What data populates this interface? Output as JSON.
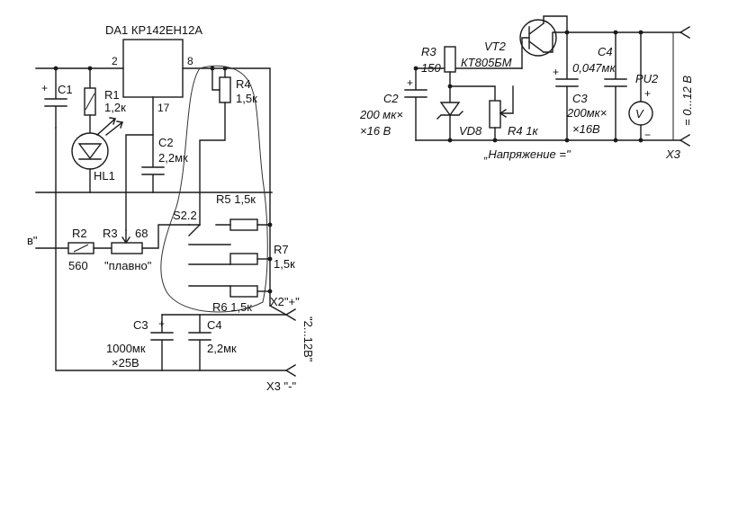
{
  "left_schematic": {
    "da1": "DA1 КР142ЕН12А",
    "pin2": "2",
    "pin8": "8",
    "pin17": "17",
    "c1": "С1",
    "r1": "R1",
    "r1_val": "1,2к",
    "hl1": "HL1",
    "c2": "С2",
    "c2_val": "2,2мк",
    "r4": "R4",
    "r4_val": "1,5к",
    "s2": "S2.2",
    "r5": "R5 1,5к",
    "r7": "R7",
    "r7_val": "1,5к",
    "r6": "R6 1,5к",
    "r2": "R2",
    "r2_val": "560",
    "r3": "R3",
    "r3_val": "68",
    "plavno": "\"плавно\"",
    "x2": "X2\"+\"",
    "c3": "С3",
    "c3_val": "1000мк",
    "c3_volt": "×25В",
    "c4": "С4",
    "c4_val": "2,2мк",
    "range": "\"2...12В\"",
    "x3": "X3 \"-\"",
    "edge_left": "в\""
  },
  "right_schematic": {
    "r3": "R3",
    "r3_val": "150",
    "vt2": "VT2",
    "vt2_part": "КТ805БМ",
    "c4": "С4",
    "c4_val": "0,047мк",
    "pv2": "PU2",
    "c2": "С2",
    "c2_val": "200 мк×",
    "c2_volt": "×16 В",
    "vd8": "VD8",
    "r4": "R4  1к",
    "c3": "С3",
    "c3_val": "200мк×",
    "c3_volt": "×16В",
    "range": "= 0...12 В",
    "x3": "X3",
    "caption": "„Напряжение =\"",
    "v_symbol": "V",
    "plus": "+",
    "minus": "−"
  }
}
